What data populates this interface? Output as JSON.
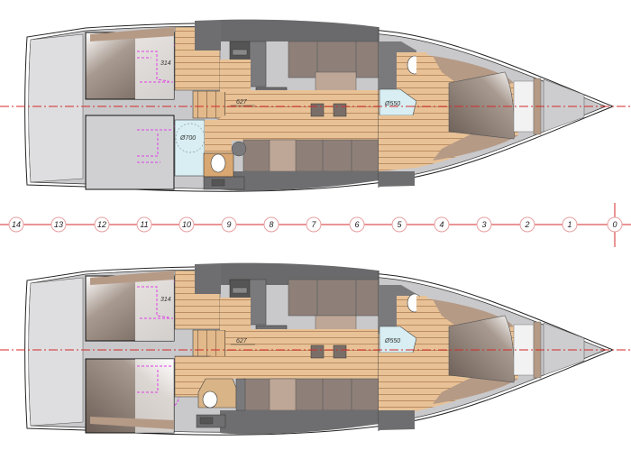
{
  "diagram": {
    "type": "sailboat interior layout plan",
    "colors": {
      "hull_outline": "#222222",
      "deck_grey": "#d6d6d8",
      "furniture_dark": "#6e6e70",
      "furniture_mid": "#8a7f78",
      "wood_floor": "#e8c296",
      "wood_plank_line": "#b08056",
      "berth": "#8f7f74",
      "head_blue": "#d8eef2",
      "centerline_red": "#d42a2a",
      "plumbing_magenta": "#e040e8",
      "station_circle": "#e8a0a0"
    },
    "layouts": [
      {
        "name": "layout-top",
        "aft_cabins": 2,
        "heads": 2,
        "dimensions": {
          "aft_cabin_width": "314",
          "shower_diameter": "Ø700",
          "passage_width": "627",
          "forward_head_diameter": "Ø550"
        }
      },
      {
        "name": "layout-bottom",
        "aft_cabins": 2,
        "heads": 1,
        "dimensions": {
          "aft_cabin_width": "314",
          "passage_width": "627",
          "forward_head_diameter": "Ø550"
        }
      }
    ],
    "stations": [
      "14",
      "13",
      "12",
      "11",
      "10",
      "9",
      "8",
      "7",
      "6",
      "5",
      "4",
      "3",
      "2",
      "1",
      "0"
    ]
  }
}
